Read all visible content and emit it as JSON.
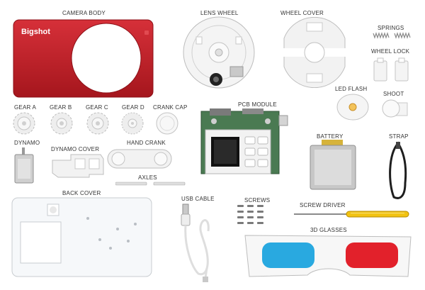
{
  "labels": {
    "camera_body": "CAMERA BODY",
    "lens_wheel": "LENS WHEEL",
    "wheel_cover": "WHEEL COVER",
    "springs": "SPRINGS",
    "wheel_lock": "WHEEL LOCK",
    "led_flash": "LED FLASH",
    "shoot": "SHOOT",
    "pcb_module": "PCB MODULE",
    "gear_a": "GEAR A",
    "gear_b": "GEAR B",
    "gear_c": "GEAR C",
    "gear_d": "GEAR D",
    "crank_cap": "CRANK CAP",
    "dynamo": "DYNAMO",
    "dynamo_cover": "DYNAMO COVER",
    "hand_crank": "HAND CRANK",
    "axles": "AXLES",
    "battery": "BATTERY",
    "strap": "STRAP",
    "back_cover": "BACK COVER",
    "usb_cable": "USB CABLE",
    "screws": "SCREWS",
    "screw_driver": "SCREW DRIVER",
    "glasses_3d": "3D GLASSES"
  },
  "brand": "Bigshot",
  "colors": {
    "camera_red": "#c9252c",
    "plastic_white": "#eeeeee",
    "lens_blue": "#29a9e0",
    "lens_red": "#e2212b",
    "driver_yellow": "#f2c313",
    "pcb_green": "#4a7a52"
  }
}
